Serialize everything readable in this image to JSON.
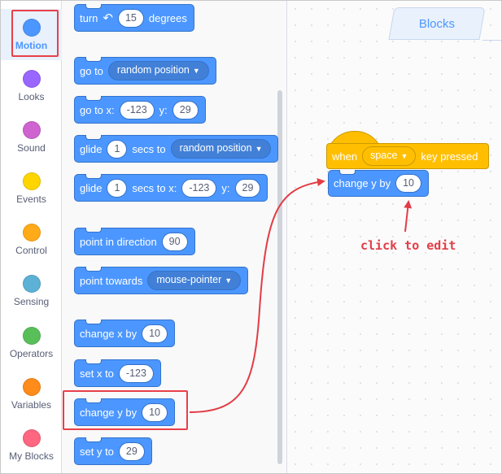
{
  "categories": [
    {
      "label": "Motion",
      "color": "#4c97ff",
      "selected": true
    },
    {
      "label": "Looks",
      "color": "#9966ff",
      "selected": false
    },
    {
      "label": "Sound",
      "color": "#cf63cf",
      "selected": false
    },
    {
      "label": "Events",
      "color": "#ffd500",
      "selected": false
    },
    {
      "label": "Control",
      "color": "#ffab19",
      "selected": false
    },
    {
      "label": "Sensing",
      "color": "#5cb1d6",
      "selected": false
    },
    {
      "label": "Operators",
      "color": "#59c059",
      "selected": false
    },
    {
      "label": "Variables",
      "color": "#ff8c1a",
      "selected": false
    },
    {
      "label": "My Blocks",
      "color": "#ff6680",
      "selected": false
    }
  ],
  "palette": {
    "turn": {
      "text1": "turn",
      "icon": "rotate-left-icon",
      "value": "15",
      "text2": "degrees"
    },
    "goto": {
      "text1": "go to",
      "dropdown": "random position"
    },
    "gotoxy": {
      "text1": "go to x:",
      "x": "-123",
      "text2": "y:",
      "y": "29"
    },
    "glide_to": {
      "text1": "glide",
      "secs": "1",
      "text2": "secs to",
      "dropdown": "random position"
    },
    "glide_xy": {
      "text1": "glide",
      "secs": "1",
      "text2": "secs to x:",
      "x": "-123",
      "text3": "y:",
      "y": "29"
    },
    "point_dir": {
      "text1": "point in direction",
      "value": "90"
    },
    "point_towards": {
      "text1": "point towards",
      "dropdown": "mouse-pointer"
    },
    "change_x": {
      "text1": "change x by",
      "value": "10"
    },
    "set_x": {
      "text1": "set x to",
      "value": "-123"
    },
    "change_y": {
      "text1": "change y by",
      "value": "10"
    },
    "set_y": {
      "text1": "set y to",
      "value": "29"
    }
  },
  "workspace": {
    "tab_label": "Blocks",
    "hat": {
      "text1": "when",
      "key": "space",
      "text2": "key pressed"
    },
    "stack_block": {
      "text1": "change y by",
      "value": "10"
    },
    "annotation": "click  to edit"
  },
  "colors": {
    "motion": "#4c97ff",
    "events": "#ffbf00",
    "annotation": "#e23d46"
  }
}
